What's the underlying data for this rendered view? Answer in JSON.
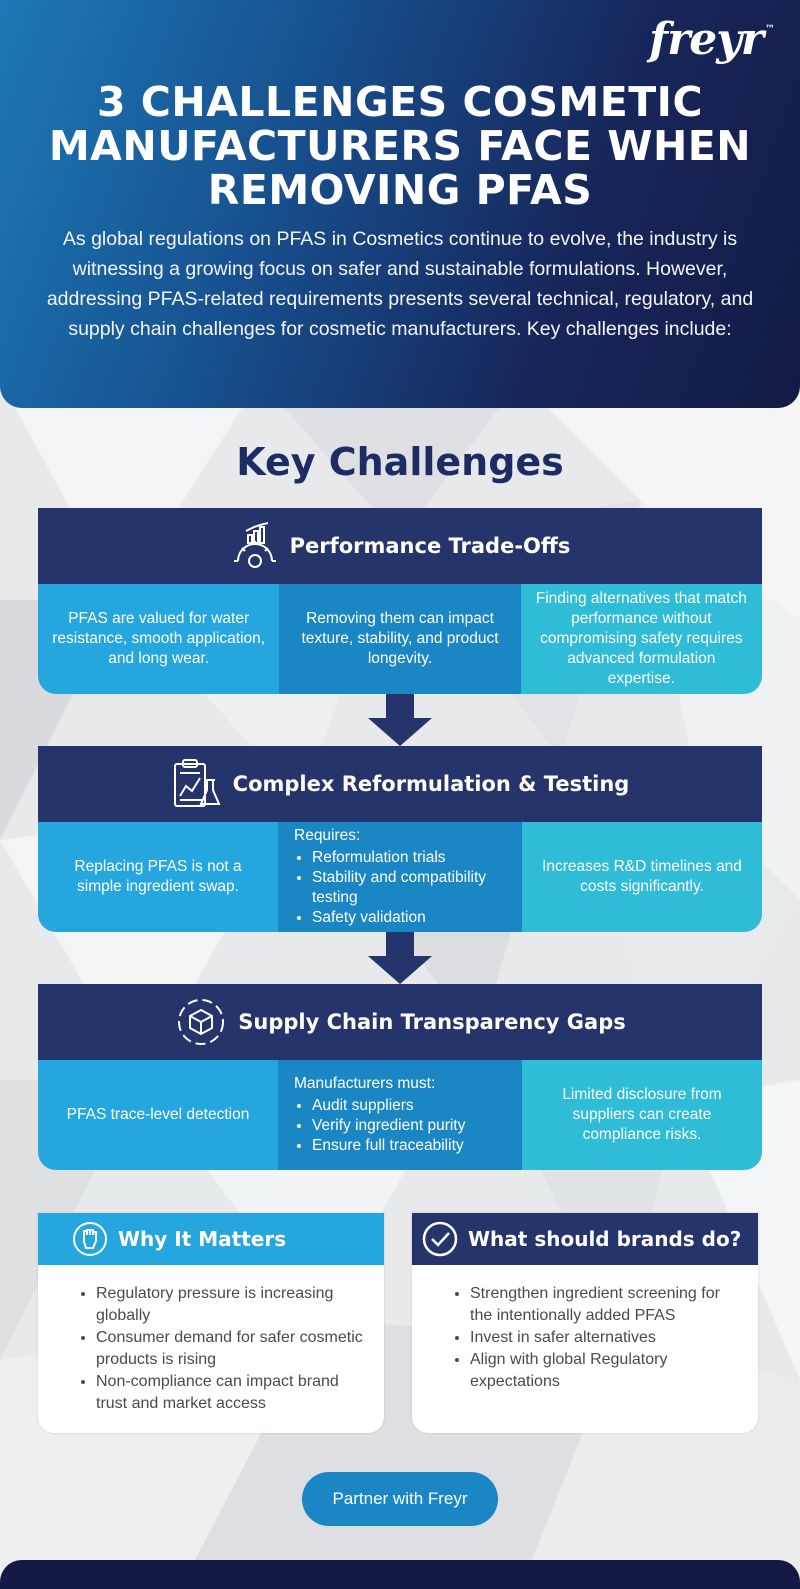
{
  "header": {
    "logo": "freyr",
    "logo_tm": "™",
    "title": "3 CHALLENGES COSMETIC MANUFACTURERS FACE WHEN REMOVING PFAS",
    "intro": "As global regulations on PFAS in Cosmetics continue to evolve, the industry is witnessing a growing focus on safer and sustainable formulations. However, addressing PFAS-related requirements presents several technical, regulatory, and supply chain challenges for cosmetic manufacturers. Key challenges include:"
  },
  "section_title": "Key Challenges",
  "challenges": [
    {
      "title": "Performance Trade-Offs",
      "icon": "gear-chart-icon",
      "cells": [
        "PFAS are valued for water resistance, smooth application, and long wear.",
        "Removing them can impact texture, stability, and product longevity.",
        "Finding alternatives that match performance without compromising safety requires advanced formulation expertise."
      ]
    },
    {
      "title": "Complex Reformulation & Testing",
      "icon": "clipboard-lab-icon",
      "cells": [
        "Replacing PFAS is not a simple ingredient swap.",
        "",
        "Increases R&D timelines and costs significantly."
      ],
      "list_heading": "Requires:",
      "list": [
        "Reformulation trials",
        "Stability and compatibility testing",
        "Safety validation"
      ]
    },
    {
      "title": "Supply Chain Transparency Gaps",
      "icon": "supply-chain-cube-icon",
      "cells": [
        "PFAS trace-level detection",
        "",
        "Limited disclosure from suppliers can create compliance risks."
      ],
      "list_heading": "Manufacturers must:",
      "list": [
        "Audit suppliers",
        "Verify ingredient purity",
        "Ensure full traceability"
      ]
    }
  ],
  "why": {
    "title": "Why It Matters",
    "icon": "fist-icon",
    "items": [
      "Regulatory pressure is increasing globally",
      "Consumer demand for safer cosmetic products is rising",
      "Non-compliance can impact brand trust and market access"
    ]
  },
  "what": {
    "title": "What should brands do?",
    "icon": "check-circle-icon",
    "items": [
      "Strengthen ingredient screening for the intentionally added PFAS",
      "Invest in safer alternatives",
      "Align with global Regulatory expectations"
    ]
  },
  "cta": "Partner with Freyr",
  "colors": {
    "navy": "#25346b",
    "blue_light": "#25a6df",
    "blue_mid": "#1a86c4",
    "teal": "#2ebcd6"
  }
}
